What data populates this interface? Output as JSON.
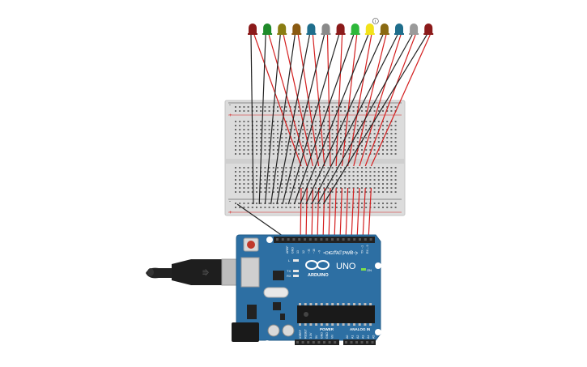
{
  "canvas": {
    "background": "#ffffff"
  },
  "leds": [
    {
      "color": "#8b1a1a"
    },
    {
      "color": "#1f8a2a"
    },
    {
      "color": "#8a7d12"
    },
    {
      "color": "#8a5a12"
    },
    {
      "color": "#1f6e8c"
    },
    {
      "color": "#8a8a8a"
    },
    {
      "color": "#8b1a1a"
    },
    {
      "color": "#2db83a"
    },
    {
      "color": "#f2e21a",
      "badge": "i"
    },
    {
      "color": "#8a6a12"
    },
    {
      "color": "#1f6e8c"
    },
    {
      "color": "#9a9a9a"
    },
    {
      "color": "#8b1a1a"
    }
  ],
  "breadboard": {
    "color": "#dcdcdc",
    "rail_left_labels": [
      "-",
      "+",
      "-",
      "+"
    ]
  },
  "wires": {
    "ground_color": "#222222",
    "signal_color": "#d41f1f"
  },
  "arduino": {
    "board_color": "#2d6fa3",
    "brand": "ARDUINO",
    "model": "UNO",
    "digital_label": "DIGITAL (PWM~)",
    "power_label": "POWER",
    "analog_label": "ANALOG IN",
    "on_label": "ON",
    "led_labels": [
      "L",
      "TX",
      "RX"
    ],
    "digital_pins": [
      "AREF",
      "GND",
      "13",
      "12",
      "~11",
      "~10",
      "~9",
      "8",
      "7",
      "~6",
      "~5",
      "4",
      "~3",
      "2",
      "TX→1",
      "RX←0"
    ],
    "power_pins": [
      "IOREF",
      "RESET",
      "3.3V",
      "5V",
      "GND",
      "GND",
      "Vin"
    ],
    "analog_pins": [
      "A0",
      "A1",
      "A2",
      "A3",
      "A4",
      "A5"
    ]
  }
}
